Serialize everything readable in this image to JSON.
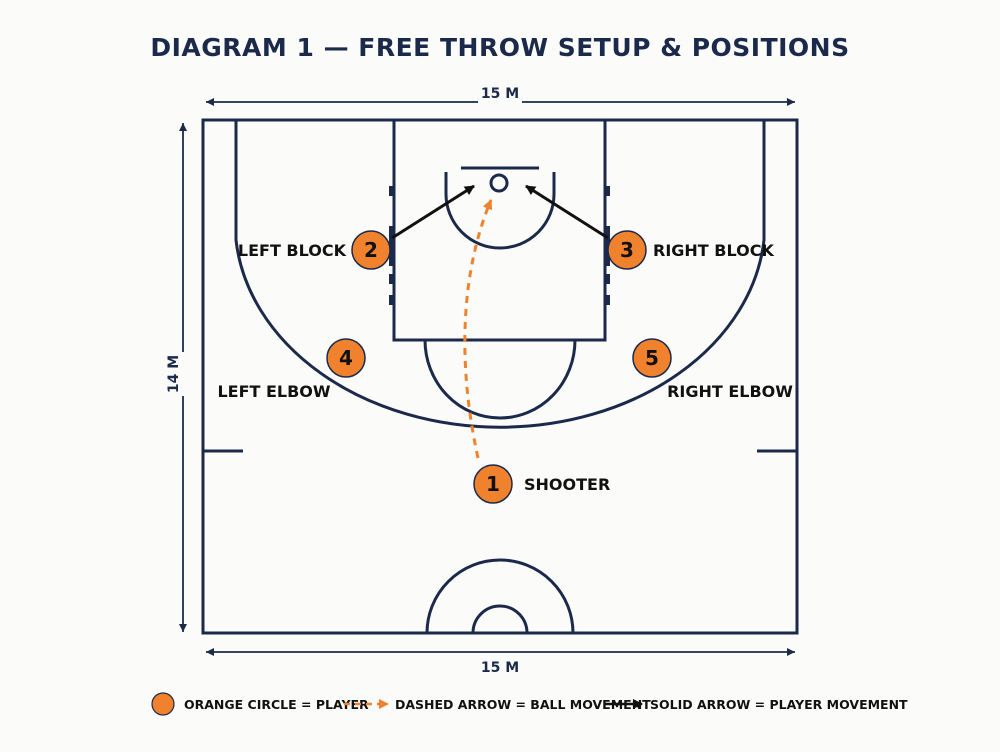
{
  "title": "DIAGRAM 1 — FREE THROW SETUP & POSITIONS",
  "dimensions": {
    "top": "15 M",
    "bottom": "15 M",
    "left": "14 M"
  },
  "players": [
    {
      "number": "1",
      "label": "SHOOTER"
    },
    {
      "number": "2",
      "label": "LEFT BLOCK"
    },
    {
      "number": "3",
      "label": "RIGHT BLOCK"
    },
    {
      "number": "4",
      "label": "LEFT ELBOW"
    },
    {
      "number": "5",
      "label": "RIGHT ELBOW"
    }
  ],
  "legend": {
    "player": "ORANGE CIRCLE = PLAYER",
    "ball": "DASHED ARROW = BALL MOVEMENT",
    "movement": "SOLID ARROW = PLAYER MOVEMENT"
  },
  "colors": {
    "court_lines": "#1b2a4a",
    "player": "#f0822e",
    "ball_arrow": "#f0822e",
    "player_arrow": "#111111"
  }
}
